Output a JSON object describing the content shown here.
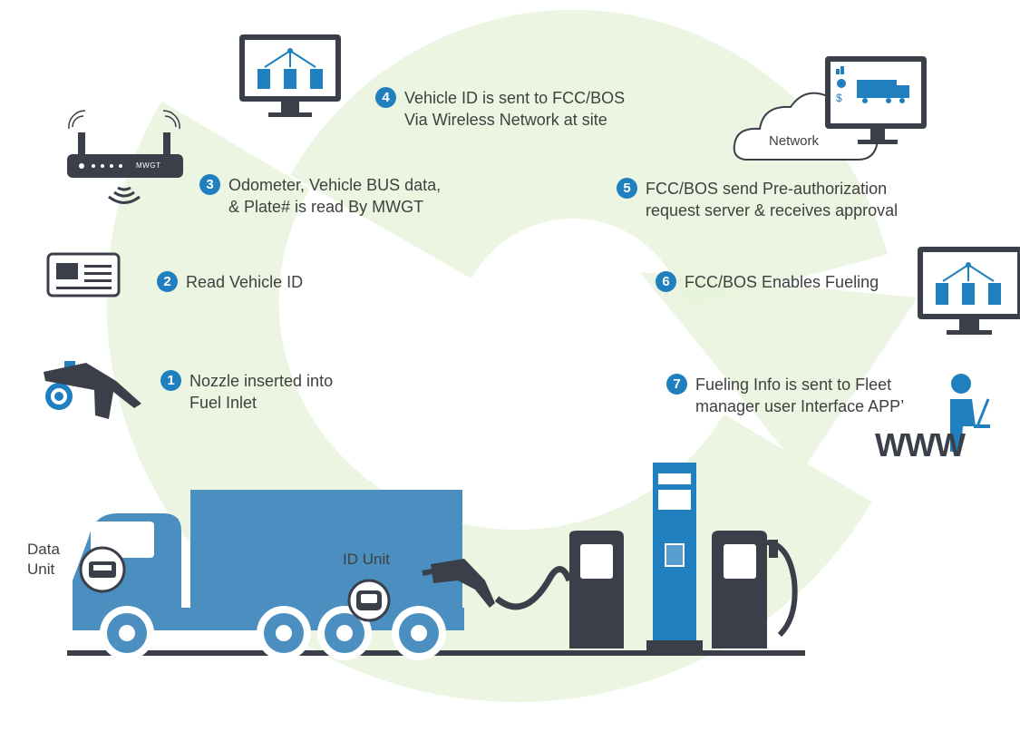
{
  "colors": {
    "accent": "#1f7fbf",
    "truck": "#4a8fc0",
    "dark": "#3b3f4a",
    "cycle_arrow": "#e9f3dc",
    "text": "#404040"
  },
  "steps": [
    {
      "number": "1",
      "text": "Nozzle inserted into\nFuel Inlet"
    },
    {
      "number": "2",
      "text": "Read Vehicle ID"
    },
    {
      "number": "3",
      "text": "Odometer, Vehicle BUS data,\n& Plate# is read By MWGT"
    },
    {
      "number": "4",
      "text": "Vehicle ID is sent to FCC/BOS\nVia Wireless Network at site"
    },
    {
      "number": "5",
      "text": "FCC/BOS send Pre-authorization\nrequest server & receives approval"
    },
    {
      "number": "6",
      "text": "FCC/BOS Enables Fueling"
    },
    {
      "number": "7",
      "text": "Fueling Info is sent to Fleet\nmanager user Interface APP’"
    }
  ],
  "labels": {
    "network": "Network",
    "data_unit": "Data\nUnit",
    "id_unit": "ID Unit",
    "router": "MWGT",
    "www": "WWW"
  },
  "icons": {
    "router": "wireless-router-icon",
    "card": "id-card-icon",
    "nozzle": "fuel-nozzle-icon",
    "monitor_left": "monitor-fuel-network-icon",
    "cloud": "cloud-network-icon",
    "monitor_right": "monitor-fuel-network-icon",
    "user": "laptop-user-icon"
  }
}
